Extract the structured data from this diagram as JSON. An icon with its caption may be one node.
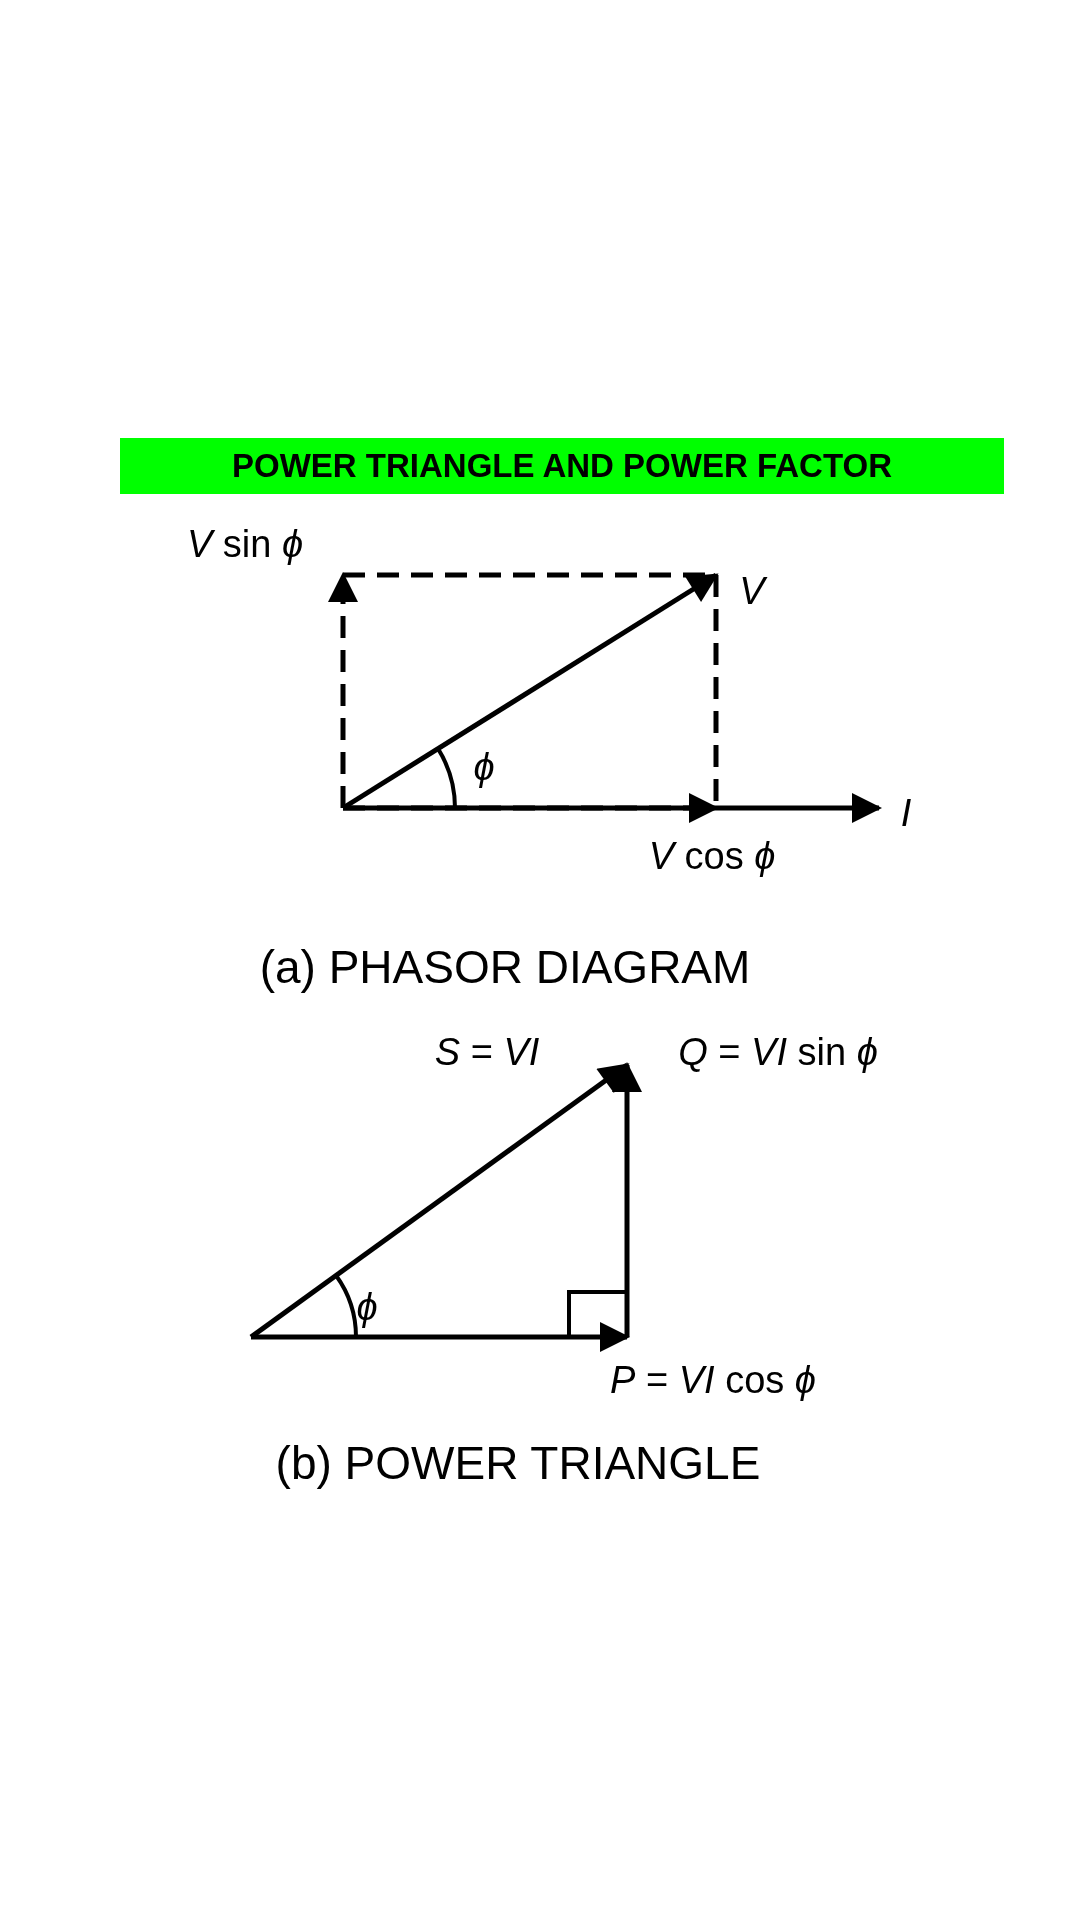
{
  "diagram": {
    "title": "POWER TRIANGLE AND POWER FACTOR",
    "labels": [
      "*V* sin *ϕ*",
      "V",
      "ϕ",
      "I",
      "*V* cos *ϕ*",
      "(a) PHASOR DIAGRAM",
      "*S* = *VI*",
      "*Q* = *VI* sin *ϕ*",
      "ϕ",
      "*P* = *VI* cos *ϕ*",
      "(b) POWER TRIANGLE"
    ]
  }
}
